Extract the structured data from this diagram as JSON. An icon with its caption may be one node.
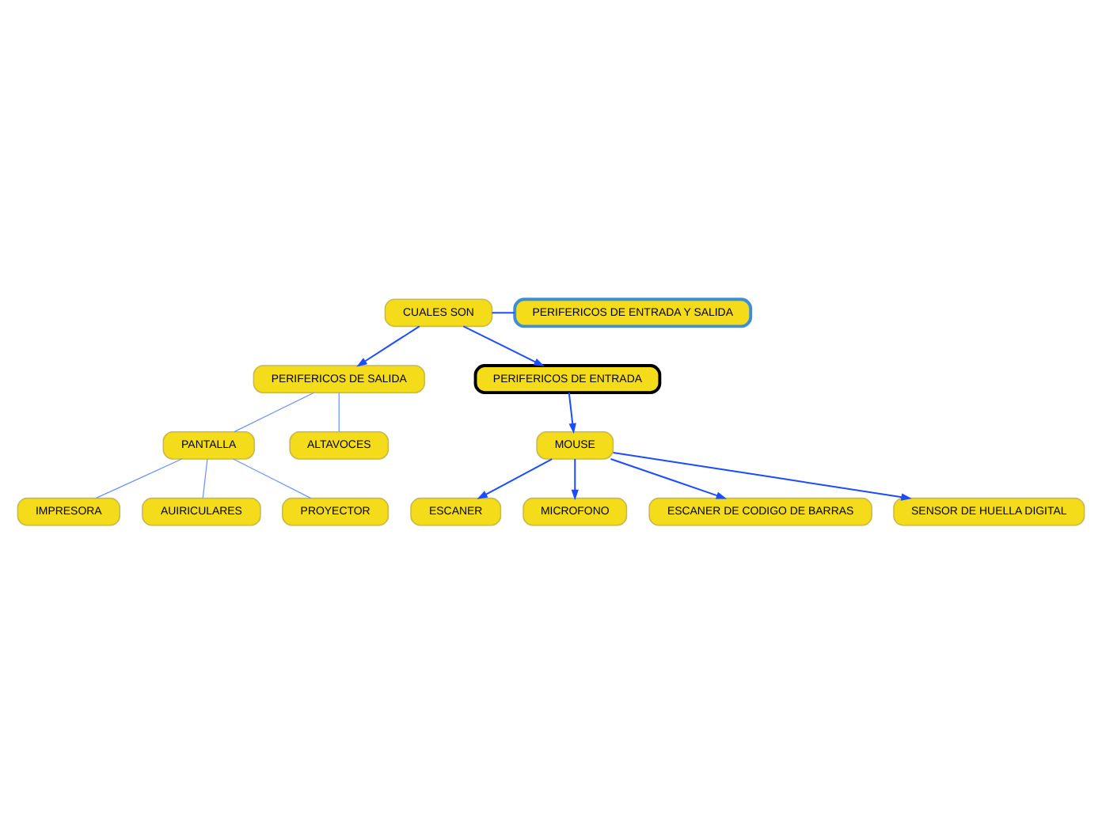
{
  "diagram": {
    "nodes": [
      {
        "text": [
          "CUALES SON"
        ]
      },
      {
        "text": [
          "PERIFERICOS DE ENTRADA Y SALIDA"
        ]
      },
      {
        "text": [
          "PERIFERICOS DE SALIDA"
        ]
      },
      {
        "text": [
          "PERIFERICOS DE ENTRADA"
        ]
      },
      {
        "text": [
          "PANTALLA"
        ]
      },
      {
        "text": [
          "ALTAVOCES"
        ]
      },
      {
        "text": [
          "MOUSE"
        ]
      },
      {
        "text": [
          "IMPRESORA"
        ]
      },
      {
        "text": [
          "AUIRICULARES"
        ]
      },
      {
        "text": [
          "PROYECTOR"
        ]
      },
      {
        "text": [
          "ESCANER"
        ]
      },
      {
        "text": [
          "MICROFONO"
        ]
      },
      {
        "text": [
          "ESCANER DE CODIGO DE BARRAS"
        ]
      },
      {
        "text": [
          "SENSOR DE HUELLA DIGITAL"
        ]
      }
    ],
    "edges": [
      {
        "from": 0,
        "to": 1,
        "arrow": "none"
      },
      {
        "from": 0,
        "to": 2,
        "arrow": "to"
      },
      {
        "from": 0,
        "to": 3,
        "arrow": "to"
      },
      {
        "from": 2,
        "to": 4,
        "arrow": "none",
        "color": "#6b93ff"
      },
      {
        "from": 2,
        "to": 5,
        "arrow": "none",
        "color": "#6b93ff"
      },
      {
        "from": 4,
        "to": 7,
        "arrow": "none",
        "color": "#6b93ff"
      },
      {
        "from": 4,
        "to": 8,
        "arrow": "none",
        "color": "#6b93ff"
      },
      {
        "from": 4,
        "to": 9,
        "arrow": "none",
        "color": "#6b93ff"
      },
      {
        "from": 3,
        "to": 6,
        "arrow": "to"
      },
      {
        "from": 6,
        "to": 10,
        "arrow": "to"
      },
      {
        "from": 6,
        "to": 11,
        "arrow": "to"
      },
      {
        "from": 6,
        "to": 13,
        "arrow": "to"
      },
      {
        "from": 6,
        "to": 12,
        "arrow": "to"
      }
    ]
  }
}
